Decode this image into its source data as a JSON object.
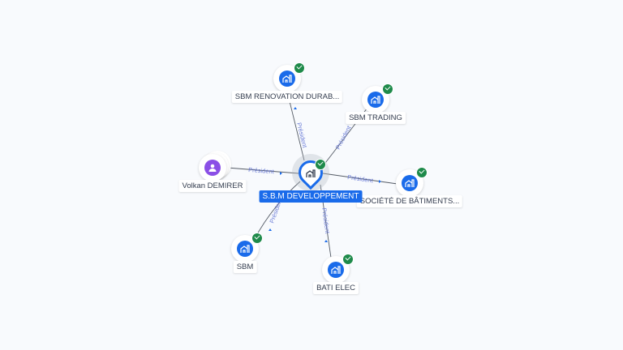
{
  "center": {
    "label": "S.B.M DEVELOPPEMENT",
    "icon": "building-icon",
    "verified": true
  },
  "nodes": [
    {
      "label": "SBM RENOVATION DURAB...",
      "type": "company",
      "verified": true
    },
    {
      "label": "SBM TRADING",
      "type": "company",
      "verified": true
    },
    {
      "label": "Volkan DEMIRER",
      "type": "person",
      "verified": false
    },
    {
      "label": "SOCIÉTÉ DE BÂTIMENTS...",
      "type": "company",
      "verified": true
    },
    {
      "label": "SBM",
      "type": "company",
      "verified": true
    },
    {
      "label": "BATI ELEC",
      "type": "company",
      "verified": true
    }
  ],
  "edges": [
    {
      "label": "Président"
    },
    {
      "label": "Président"
    },
    {
      "label": "Président"
    },
    {
      "label": "Président"
    },
    {
      "label": "Président"
    },
    {
      "label": "Président"
    }
  ],
  "colors": {
    "accent": "#1a6bea",
    "person": "#8a4fe6",
    "verified": "#1e8a4a",
    "edge_label": "#6a7bd6"
  }
}
